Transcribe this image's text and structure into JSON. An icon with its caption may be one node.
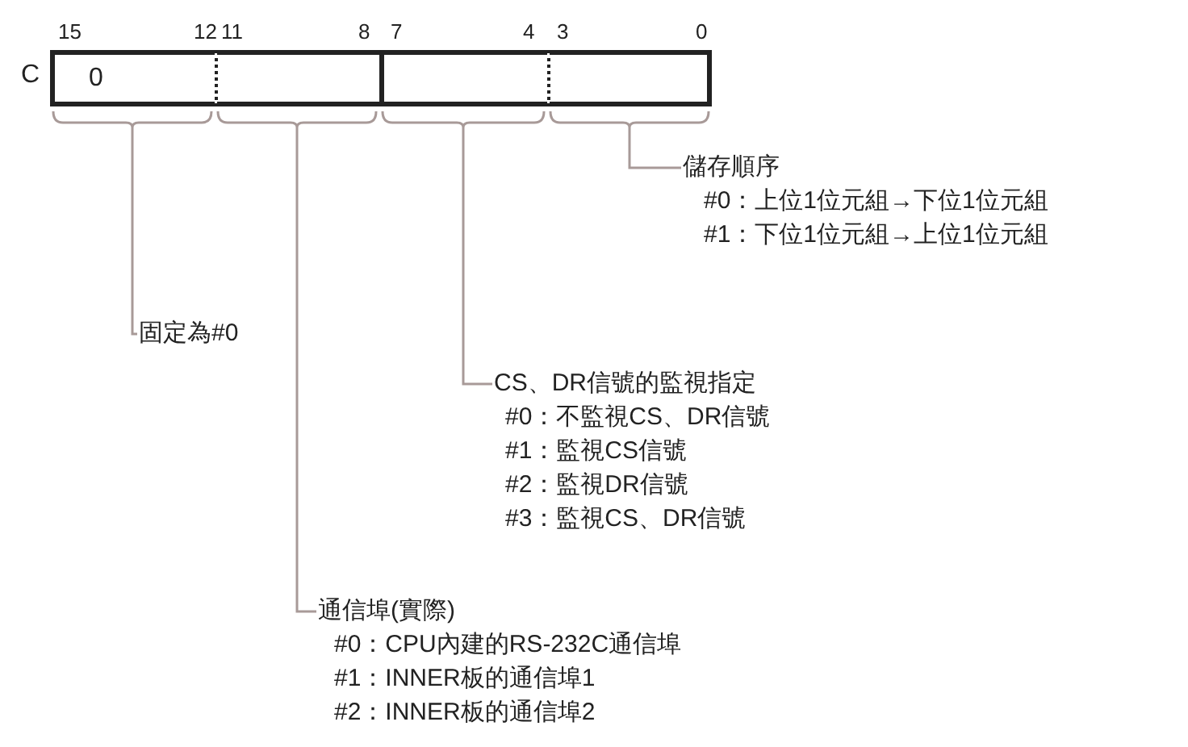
{
  "diagram": {
    "nodes": [
      {
        "text": [
          "0"
        ]
      },
      {
        "text": [],
        "shape": "box"
      },
      {
        "text": [],
        "shape": "box"
      },
      {
        "text": [],
        "shape": "box"
      },
      {
        "text": [
          "儲存順序",
          "#0：上位1位元組→下位1位元組",
          "#1：下位1位元組→上位1位元組"
        ]
      },
      {
        "text": [
          "固定為#0"
        ]
      },
      {
        "text": [
          "CS、DR信號的監視指定",
          "#0：不監視CS、DR信號",
          "#1：監視CS信號",
          "#2：監視DR信號",
          "#3：監視CS、DR信號"
        ]
      },
      {
        "text": [
          "通信埠(實際)",
          "#0：CPU內建的RS-232C通信埠",
          "#1：INNER板的通信埠1",
          "#2：INNER板的通信埠2"
        ]
      }
    ],
    "edges": [
      {
        "from": 4,
        "to": 3,
        "arrow": "none"
      },
      {
        "from": 5,
        "to": 0,
        "arrow": "none"
      },
      {
        "from": 6,
        "to": 2,
        "arrow": "none"
      },
      {
        "from": 7,
        "to": 1,
        "arrow": "none"
      }
    ],
    "labels": [
      "15",
      "12",
      "11",
      "8",
      "7",
      "4",
      "3",
      "0",
      "C"
    ]
  }
}
